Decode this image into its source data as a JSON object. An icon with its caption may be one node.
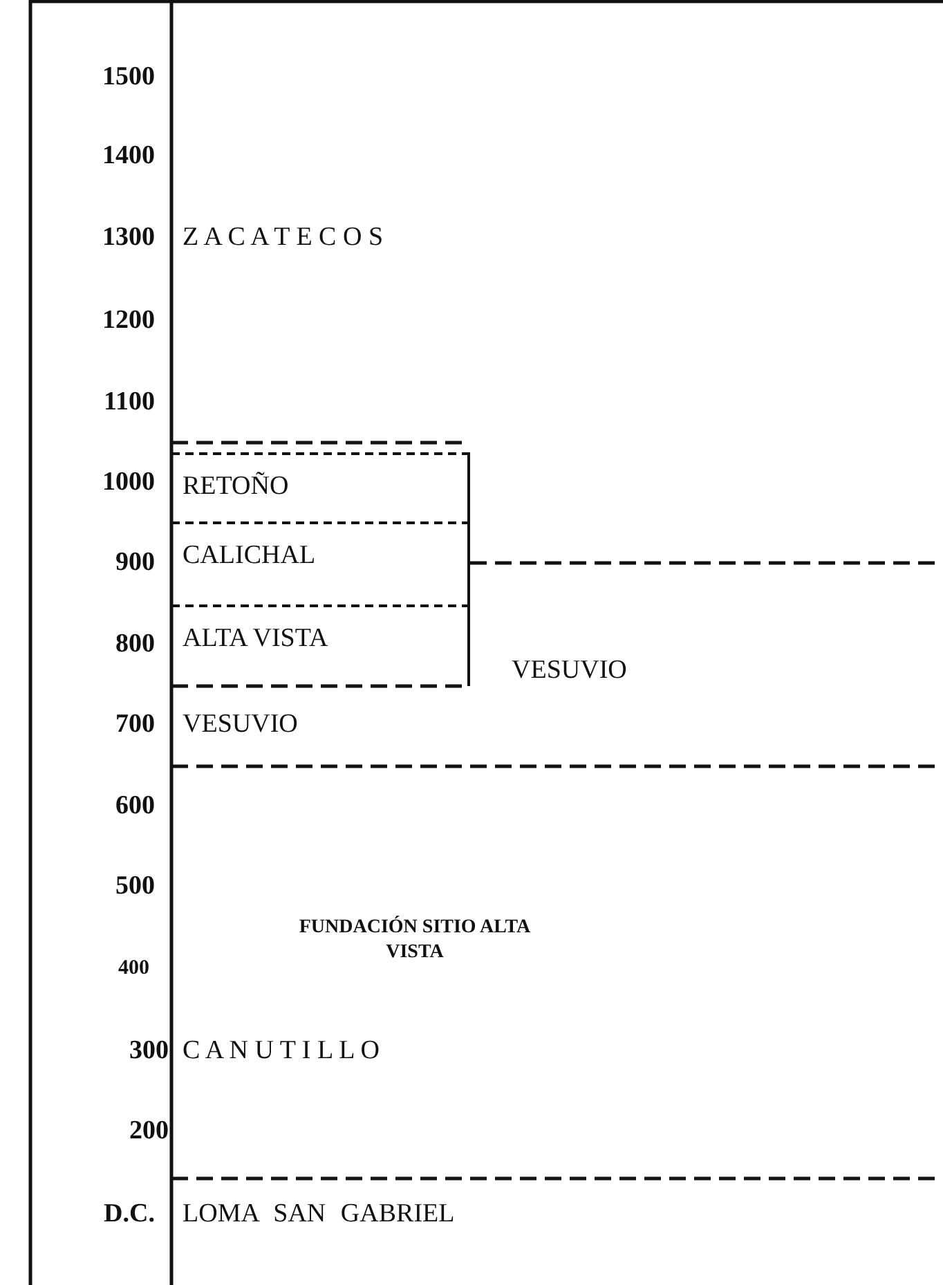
{
  "diagram": {
    "nodes": [
      {
        "text": [
          "RETOÑO"
        ]
      },
      {
        "text": [
          "CALICHAL"
        ]
      },
      {
        "text": [
          "ALTA VISTA"
        ]
      }
    ],
    "edges": [],
    "labels": [
      "1500",
      "1400",
      "1300",
      "Z A C A T E C O S",
      "1200",
      "1100",
      "1000",
      "900",
      "800",
      "VESUVIO",
      "700",
      "VESUVIO",
      "600",
      "500",
      "FUNDACIÓN SITIO ALTA VISTA",
      "400",
      "300",
      "C A N U T I L L O",
      "200",
      "D.C.",
      "LOMA SAN GABRIEL"
    ]
  }
}
